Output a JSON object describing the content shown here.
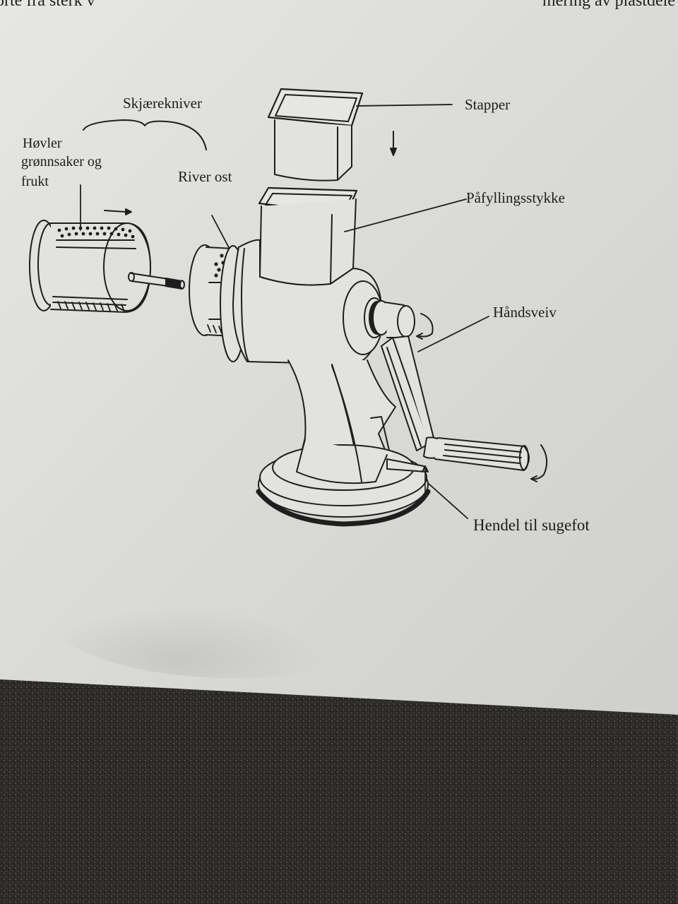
{
  "header_fragments": {
    "left": "orte fra sterk v",
    "right": "mering av plastdele"
  },
  "labels": {
    "cutting_blades": "Skjærekniver",
    "slice_line1": "Høvler",
    "slice_line2": "grønnsaker og",
    "slice_line3": "frukt",
    "grate_cheese": "River ost",
    "pusher": "Stapper",
    "feed_tube": "Påfyllingsstykke",
    "hand_crank": "Håndsveiv",
    "suction_lever": "Hendel til sugefot"
  },
  "colors": {
    "paper": "#dcdcd8",
    "line": "#1e1e1e",
    "carpet": "#2a2a28"
  }
}
